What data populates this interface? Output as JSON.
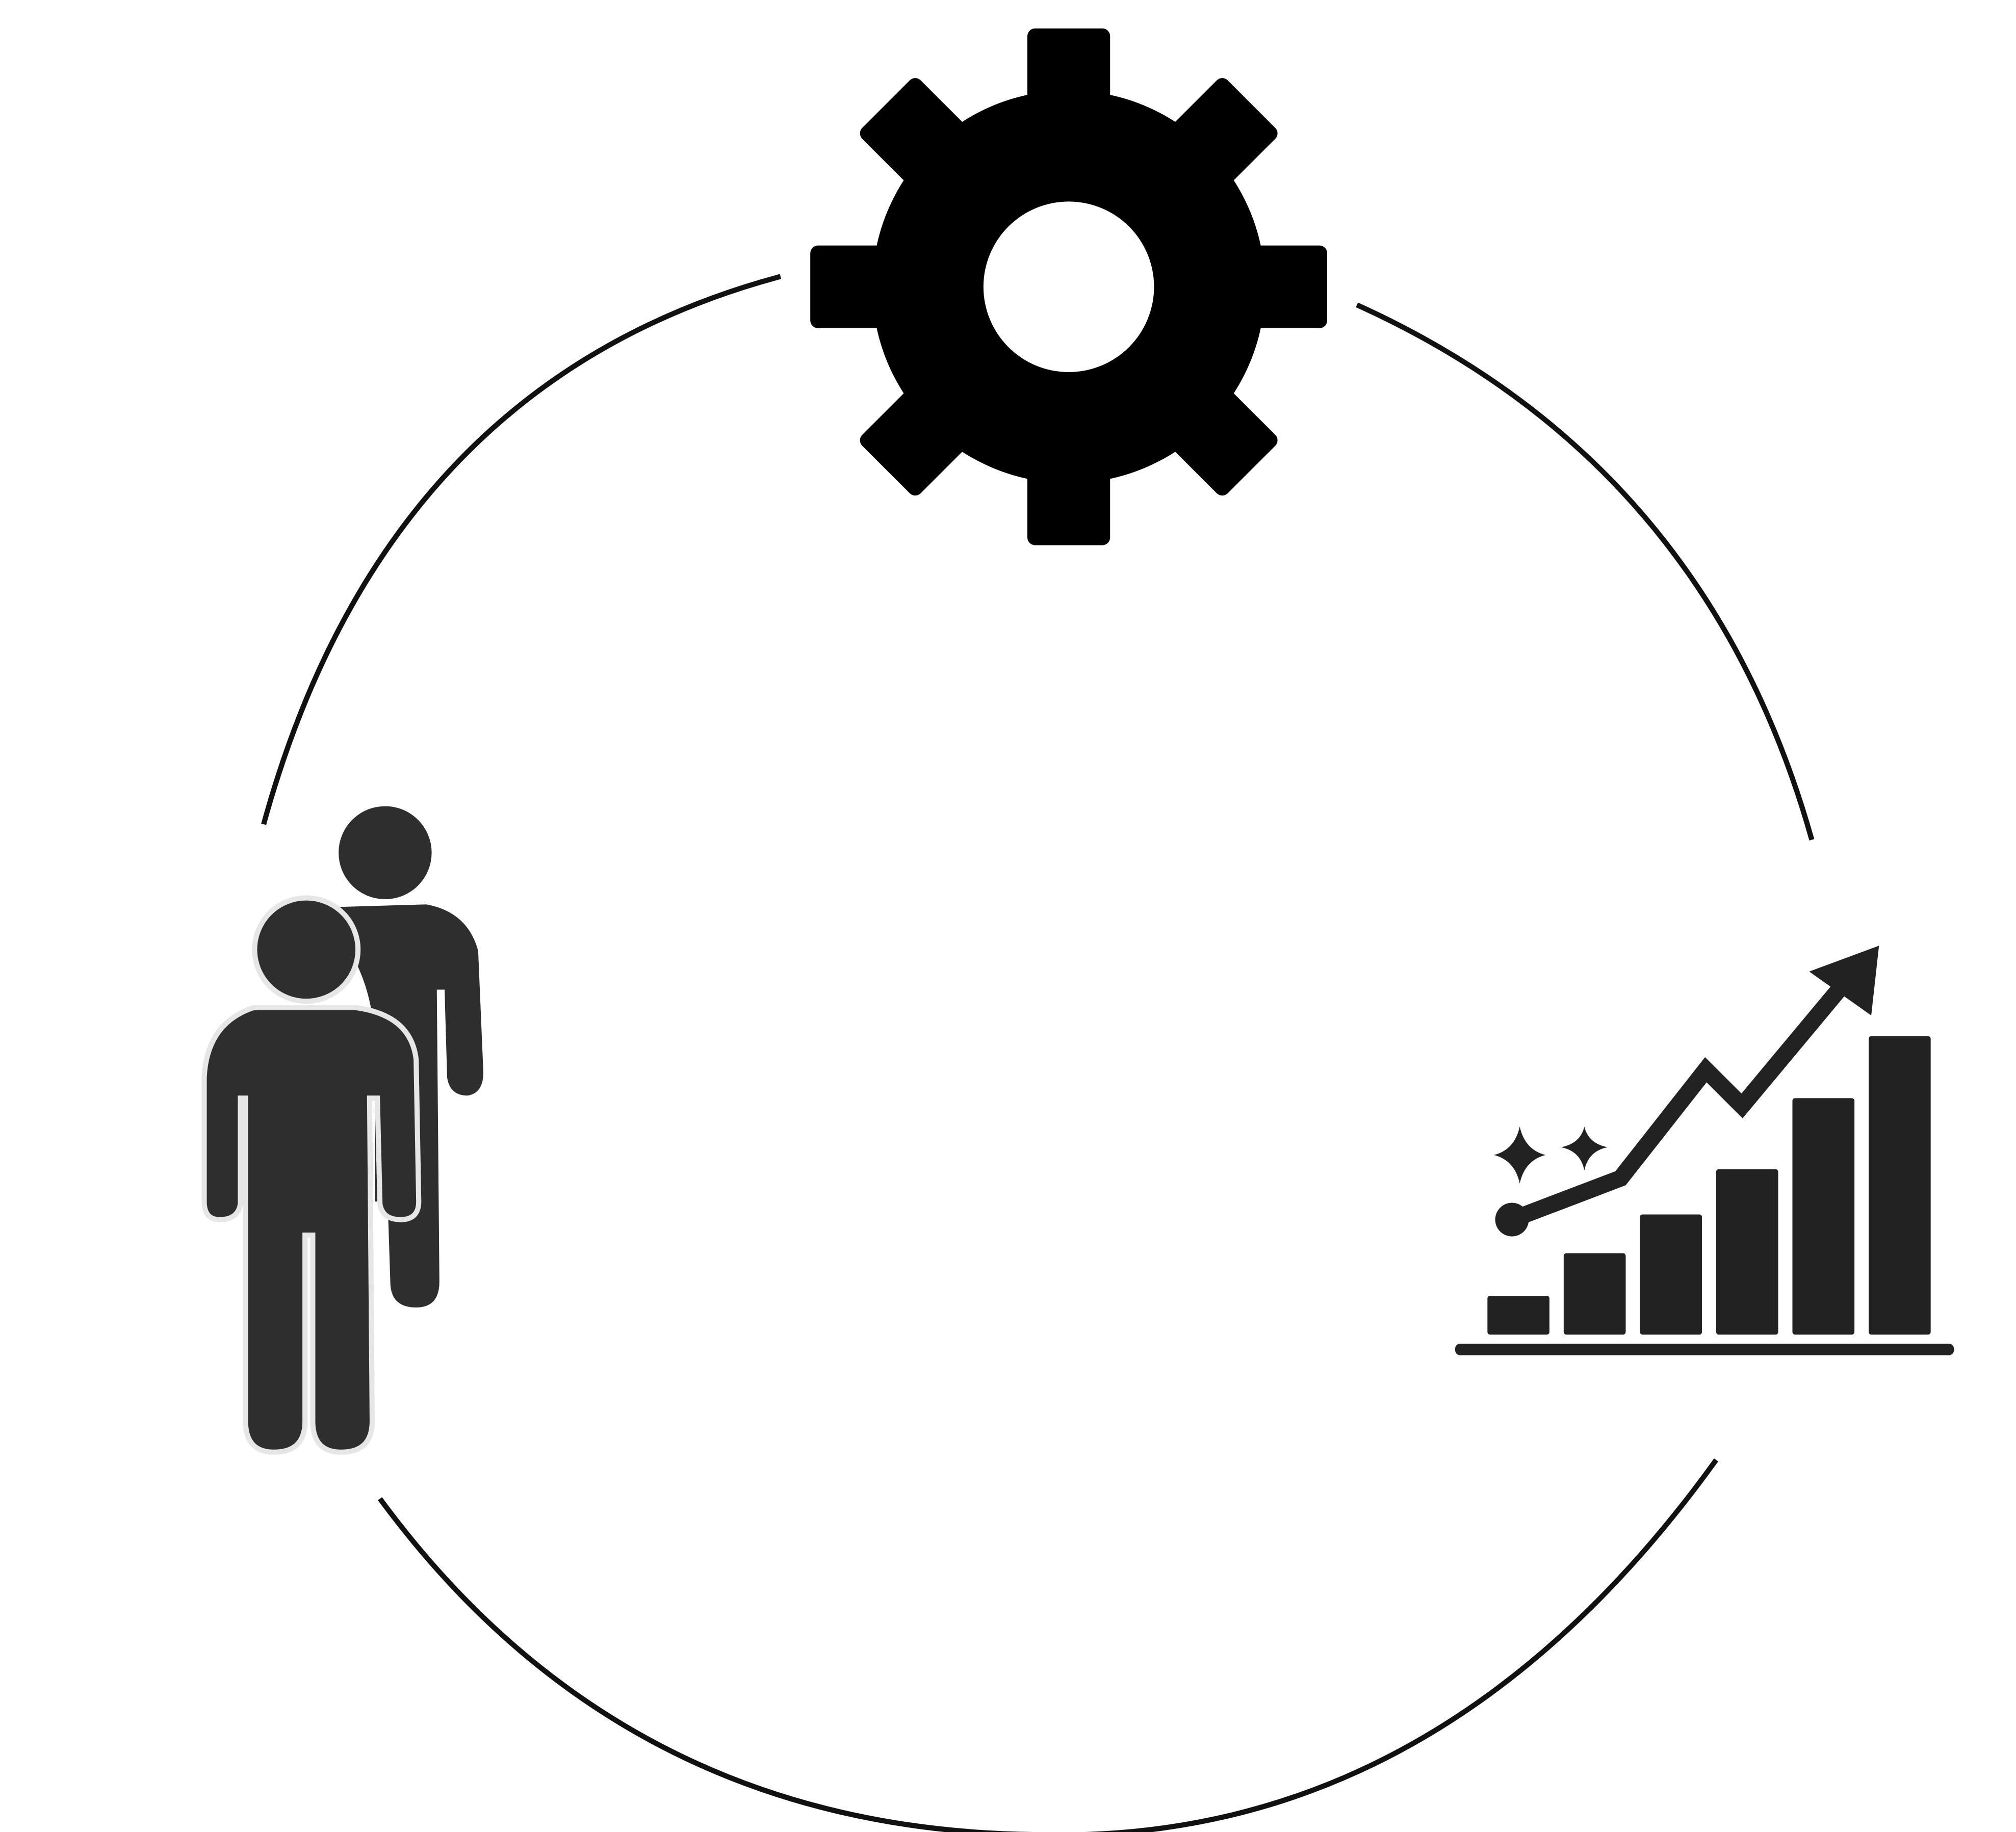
{
  "diagram": {
    "type": "cycle",
    "nodes": [
      {
        "id": "top",
        "icon": "gear-icon"
      },
      {
        "id": "right",
        "icon": "growth-chart-icon"
      },
      {
        "id": "left",
        "icon": "people-icon"
      }
    ],
    "colors": {
      "background": "#ffffff",
      "ring": "#111111",
      "gear": "#000000",
      "people": "#2e2e2e",
      "chart": "#222222"
    }
  }
}
